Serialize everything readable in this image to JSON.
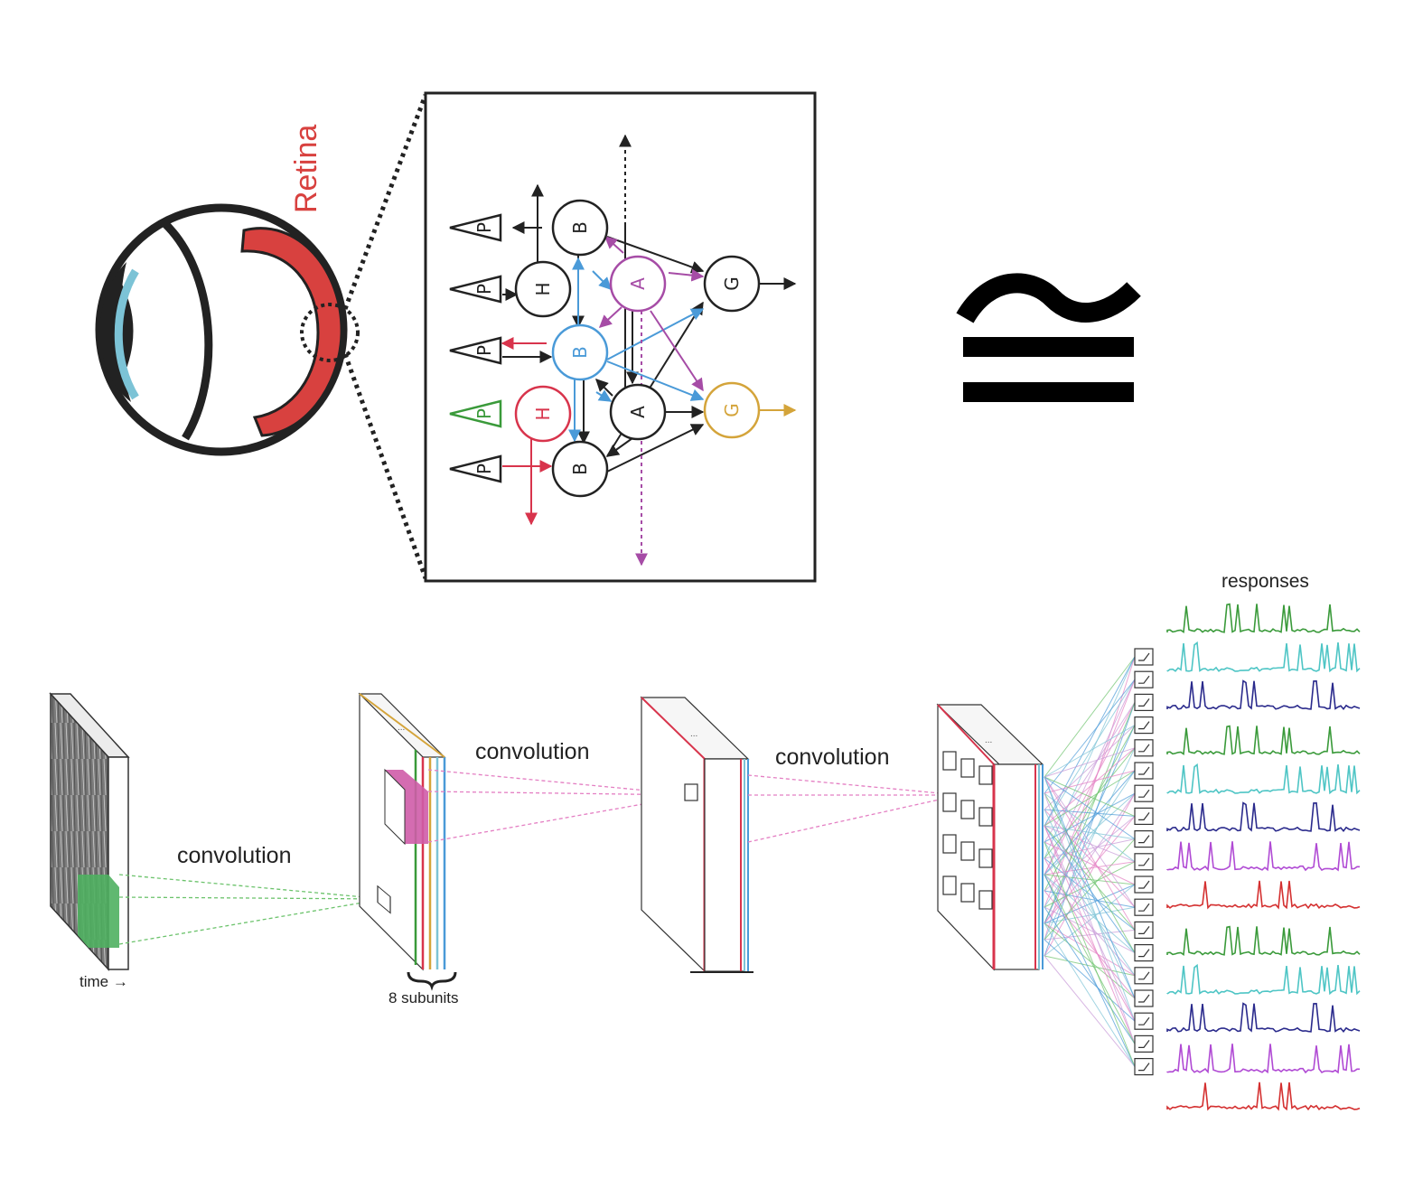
{
  "eye": {
    "retina_label": "Retina",
    "colors": {
      "retina": "#d8413f",
      "lens": "#7cc3d6",
      "outline": "#222222"
    }
  },
  "circuit": {
    "photoreceptor_label": "P",
    "nodes": [
      {
        "id": "B1",
        "label": "B",
        "color": "#222222"
      },
      {
        "id": "H1",
        "label": "H",
        "color": "#222222"
      },
      {
        "id": "A1",
        "label": "A",
        "color": "#a64ca6"
      },
      {
        "id": "G1",
        "label": "G",
        "color": "#222222"
      },
      {
        "id": "B2",
        "label": "B",
        "color": "#4a9ad8"
      },
      {
        "id": "H2",
        "label": "H",
        "color": "#d8344c"
      },
      {
        "id": "A2",
        "label": "A",
        "color": "#222222"
      },
      {
        "id": "G2",
        "label": "G",
        "color": "#d4a43a"
      },
      {
        "id": "B3",
        "label": "B",
        "color": "#222222"
      }
    ]
  },
  "approx_symbol": "≅",
  "cnn": {
    "conv_label_1": "convolution",
    "conv_label_2": "convolution",
    "conv_label_3": "convolution",
    "time_label": "time →",
    "subunits_label": "8 subunits",
    "ellipsis": "...",
    "responses_label": "responses",
    "response_colors": [
      "#3a9a3a",
      "#4ec5c5",
      "#2a2a8c",
      "#b04ad4",
      "#d43030"
    ]
  }
}
